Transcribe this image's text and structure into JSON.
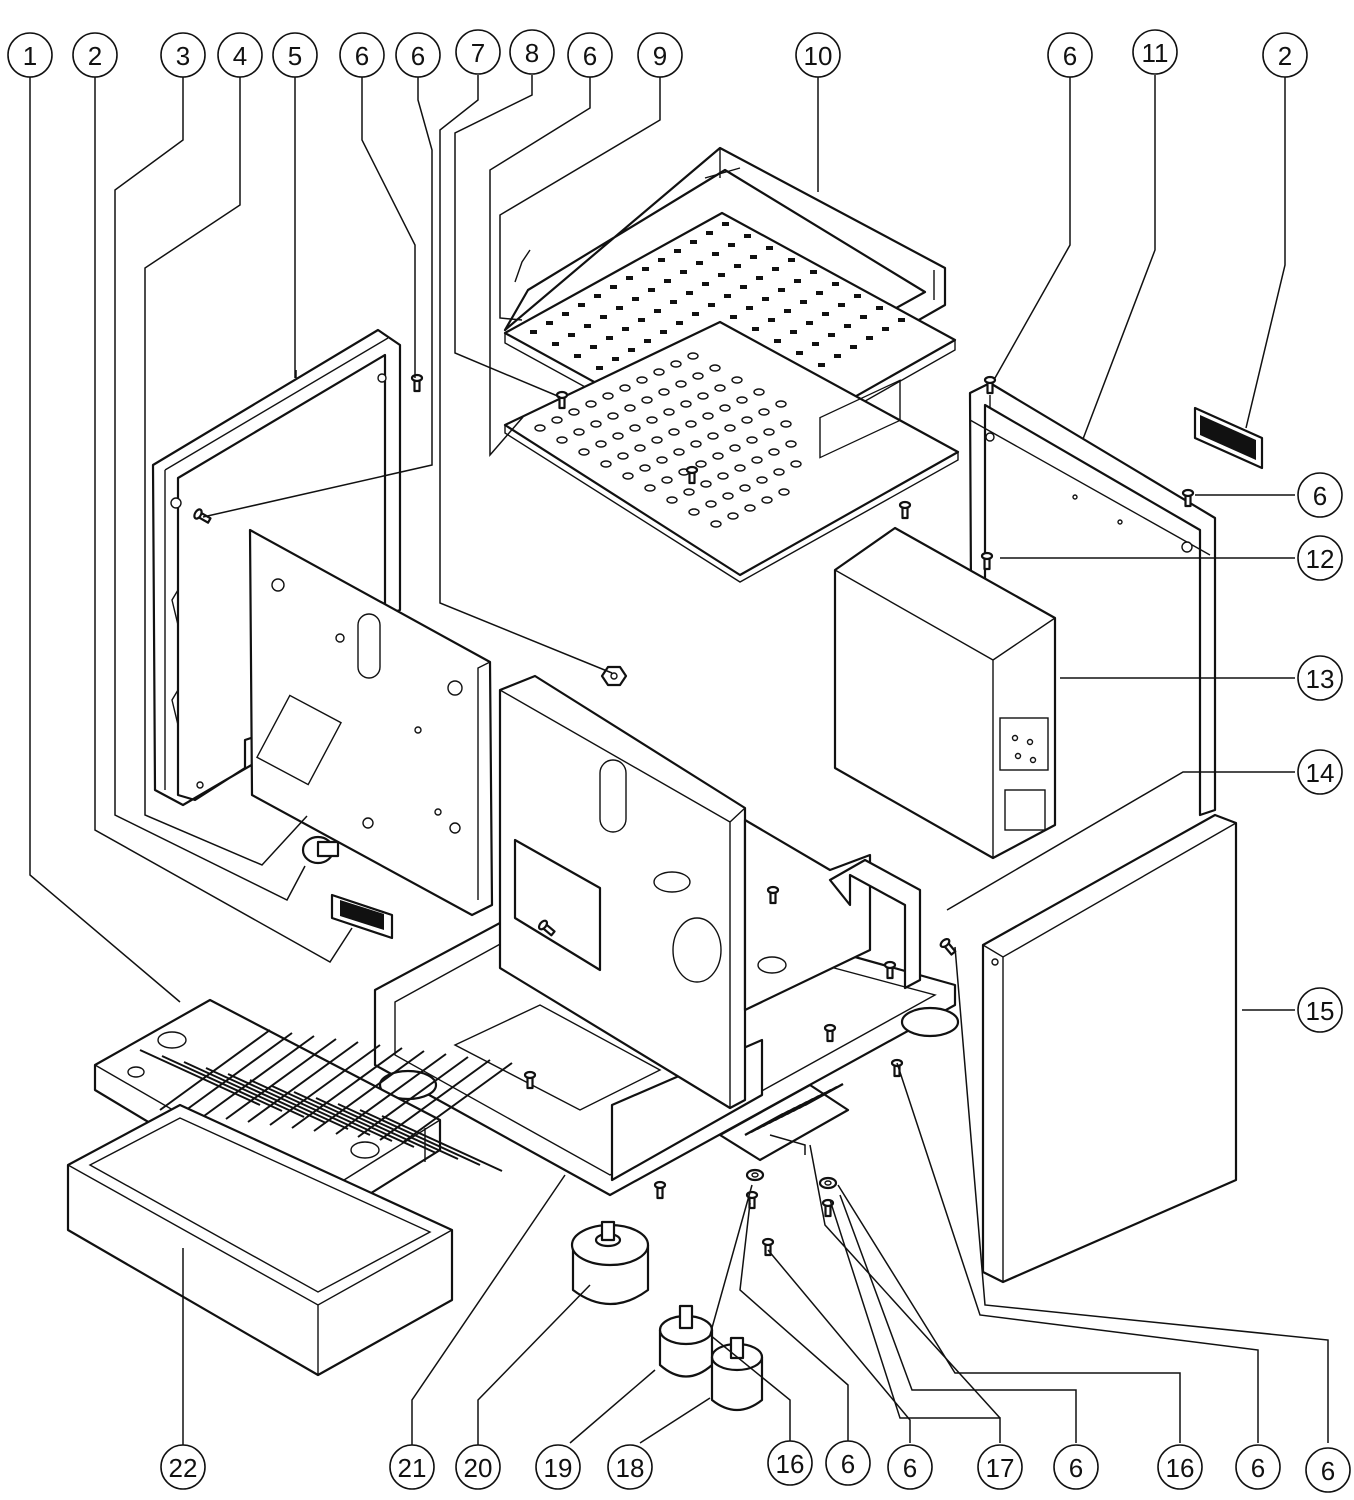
{
  "diagram": {
    "labels": [
      {
        "id": "c1",
        "text": "1"
      },
      {
        "id": "c2a",
        "text": "2"
      },
      {
        "id": "c3",
        "text": "3"
      },
      {
        "id": "c4",
        "text": "4"
      },
      {
        "id": "c5",
        "text": "5"
      },
      {
        "id": "c6a",
        "text": "6"
      },
      {
        "id": "c6b",
        "text": "6"
      },
      {
        "id": "c7",
        "text": "7"
      },
      {
        "id": "c8",
        "text": "8"
      },
      {
        "id": "c6c",
        "text": "6"
      },
      {
        "id": "c9",
        "text": "9"
      },
      {
        "id": "c10",
        "text": "10"
      },
      {
        "id": "c6d",
        "text": "6"
      },
      {
        "id": "c11",
        "text": "11"
      },
      {
        "id": "c2b",
        "text": "2"
      },
      {
        "id": "c6e",
        "text": "6"
      },
      {
        "id": "c12",
        "text": "12"
      },
      {
        "id": "c13",
        "text": "13"
      },
      {
        "id": "c14",
        "text": "14"
      },
      {
        "id": "c15",
        "text": "15"
      },
      {
        "id": "c22",
        "text": "22"
      },
      {
        "id": "c21",
        "text": "21"
      },
      {
        "id": "c20",
        "text": "20"
      },
      {
        "id": "c19",
        "text": "19"
      },
      {
        "id": "c18",
        "text": "18"
      },
      {
        "id": "c16a",
        "text": "16"
      },
      {
        "id": "c6f",
        "text": "6"
      },
      {
        "id": "c6g",
        "text": "6"
      },
      {
        "id": "c17",
        "text": "17"
      },
      {
        "id": "c6h",
        "text": "6"
      },
      {
        "id": "c16b",
        "text": "16"
      },
      {
        "id": "c6i",
        "text": "6"
      },
      {
        "id": "c6j",
        "text": "6"
      }
    ]
  }
}
